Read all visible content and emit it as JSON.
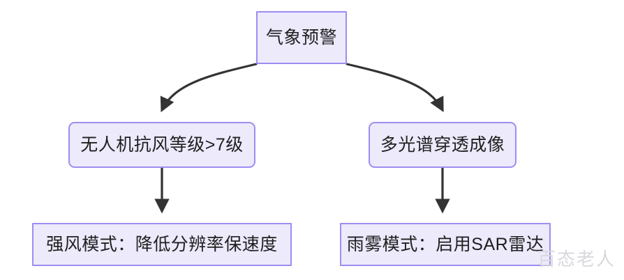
{
  "diagram": {
    "type": "flowchart",
    "direction": "top-down",
    "background_color": "#FFFFFF",
    "node_fill_color": "#ECEAFB",
    "node_border_color": "#9D8DF1",
    "edge_color": "#333333",
    "text_color": "#1F1F1F",
    "nodes": {
      "root": {
        "label": "气象预警",
        "shape": "rectangle"
      },
      "wind_level": {
        "label": "无人机抗风等级>7级",
        "shape": "rounded-rectangle"
      },
      "multispectral": {
        "label": "多光谱穿透成像",
        "shape": "rounded-rectangle"
      },
      "strong_wind_mode": {
        "label": "强风模式：降低分辨率保速度",
        "shape": "rectangle"
      },
      "rain_fog_mode": {
        "label": "雨雾模式：启用SAR雷达",
        "shape": "rectangle"
      }
    },
    "edges": [
      {
        "from": "root",
        "to": "wind_level",
        "style": "curved",
        "arrow": "triangle"
      },
      {
        "from": "root",
        "to": "multispectral",
        "style": "curved",
        "arrow": "triangle"
      },
      {
        "from": "wind_level",
        "to": "strong_wind_mode",
        "style": "straight",
        "arrow": "triangle"
      },
      {
        "from": "multispectral",
        "to": "rain_fog_mode",
        "style": "straight",
        "arrow": "triangle"
      }
    ]
  },
  "watermark": {
    "text": "百态老人"
  }
}
